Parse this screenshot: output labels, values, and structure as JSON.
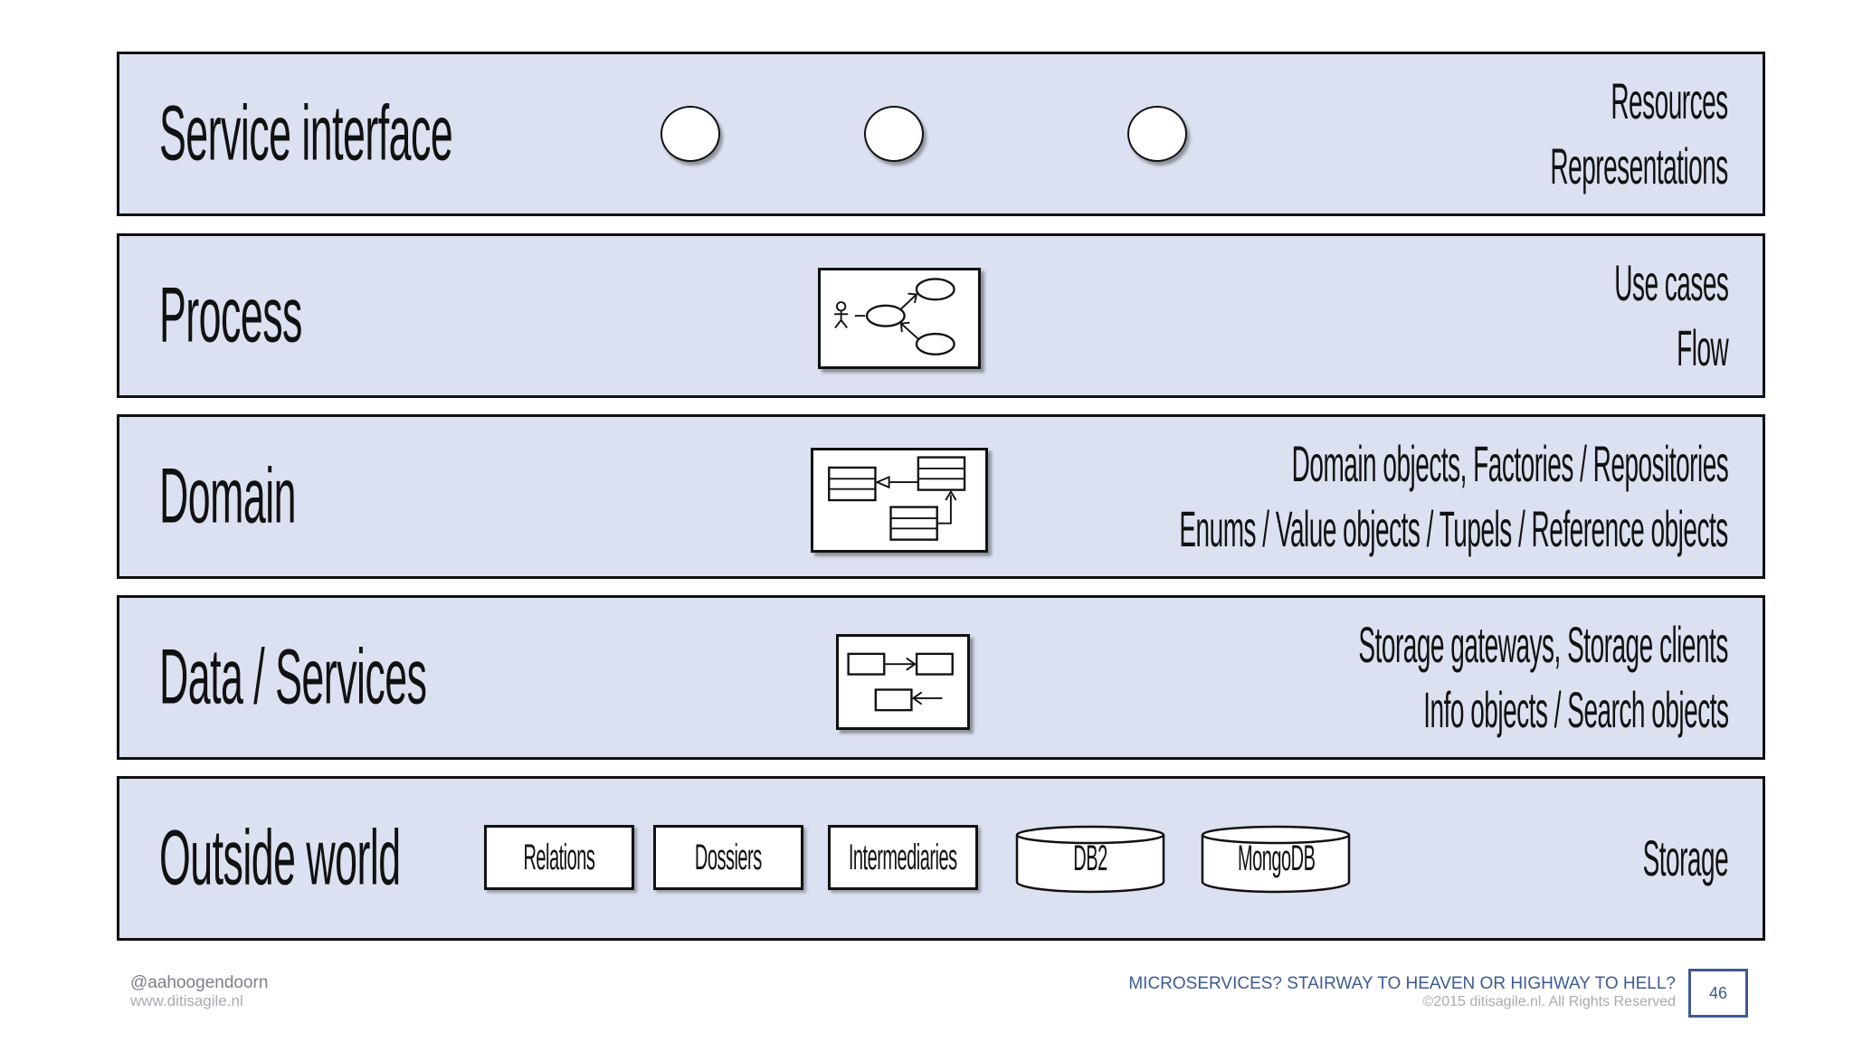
{
  "layers": {
    "service_interface": {
      "title": "Service interface",
      "notes": [
        "Resources",
        "Representations"
      ]
    },
    "process": {
      "title": "Process",
      "notes": [
        "Use cases",
        "Flow"
      ]
    },
    "domain": {
      "title": "Domain",
      "notes": [
        "Domain objects, Factories / Repositories",
        "Enums / Value objects / Tupels / Reference objects"
      ]
    },
    "data_services": {
      "title": "Data / Services",
      "notes": [
        "Storage gateways, Storage clients",
        "Info objects / Search objects"
      ]
    },
    "outside_world": {
      "title": "Outside world",
      "boxes": [
        "Relations",
        "Dossiers",
        "Intermediaries"
      ],
      "databases": [
        "DB2",
        "MongoDB"
      ],
      "notes": [
        "Storage"
      ]
    }
  },
  "icons": {
    "service_endpoint": "circle-icon",
    "process": "use-case-diagram-icon",
    "domain": "class-diagram-icon",
    "data_services": "component-diagram-icon",
    "database": "database-cylinder-icon"
  },
  "colors": {
    "layer_fill": "#dbe1f1",
    "layer_border": "#111111",
    "footer_accent": "#3d5a93"
  },
  "footer": {
    "handle": "@aahoogendoorn",
    "site": "www.ditisagile.nl",
    "talk_title": "MICROSERVICES? STAIRWAY TO HEAVEN OR HIGHWAY TO HELL?",
    "copyright": "©2015 ditisagile.nl. All Rights Reserved",
    "page_number": "46"
  }
}
